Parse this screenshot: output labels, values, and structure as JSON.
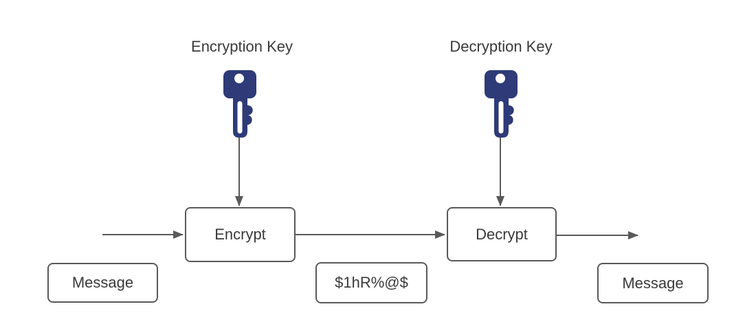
{
  "diagram": {
    "type": "encryption-flow-diagram",
    "title_labels": {
      "encryption_key": "Encryption Key",
      "decryption_key": "Decryption Key"
    },
    "nodes": {
      "encrypt": "Encrypt",
      "decrypt": "Decrypt",
      "message_left": "Message",
      "ciphertext": "$1hR%@$",
      "message_right": "Message"
    },
    "icons": {
      "encryption_key": "key-icon",
      "decryption_key": "key-icon"
    },
    "edges": [
      {
        "from": "input",
        "to": "encrypt"
      },
      {
        "from": "encryption_key",
        "to": "encrypt"
      },
      {
        "from": "encrypt",
        "to": "decrypt"
      },
      {
        "from": "decryption_key",
        "to": "decrypt"
      },
      {
        "from": "decrypt",
        "to": "output"
      }
    ],
    "colors": {
      "stroke": "#595959",
      "text": "#3a3a3a",
      "key_fill": "#2e3b78",
      "box_fill": "#ffffff",
      "background": "#ffffff"
    }
  }
}
